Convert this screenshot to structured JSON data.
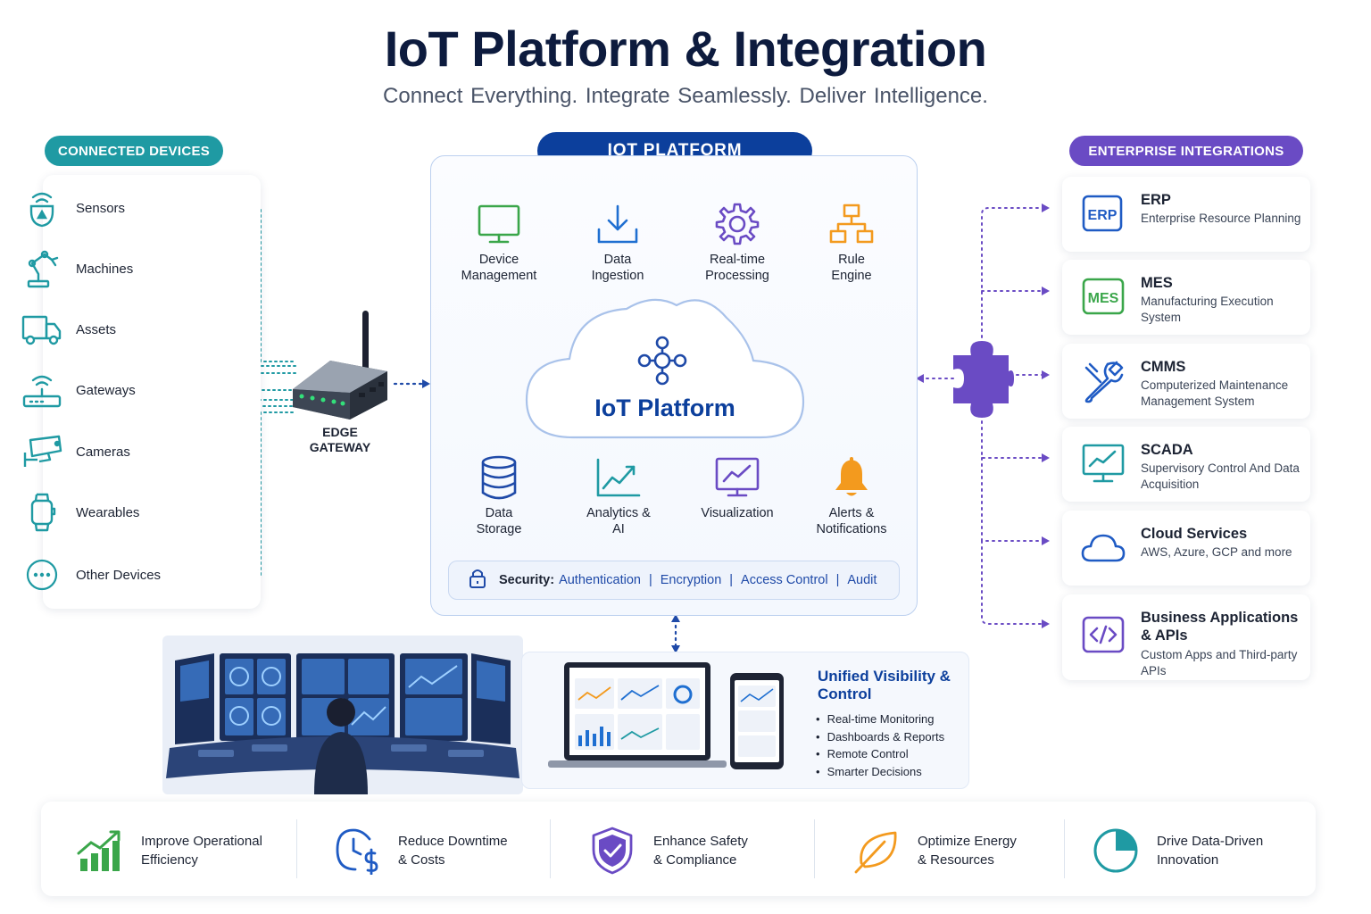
{
  "header": {
    "title": "IoT Platform & Integration",
    "subtitle": "Connect Everything.  Integrate Seamlessly.  Deliver Intelligence."
  },
  "sections": {
    "connected_devices": "CONNECTED DEVICES",
    "iot_platform": "IOT PLATFORM",
    "enterprise_integrations": "ENTERPRISE INTEGRATIONS"
  },
  "devices": [
    {
      "label": "Sensors",
      "icon": "sensor-icon"
    },
    {
      "label": "Machines",
      "icon": "robot-arm-icon"
    },
    {
      "label": "Assets",
      "icon": "truck-icon"
    },
    {
      "label": "Gateways",
      "icon": "router-icon"
    },
    {
      "label": "Cameras",
      "icon": "camera-icon"
    },
    {
      "label": "Wearables",
      "icon": "smartwatch-icon"
    },
    {
      "label": "Other Devices",
      "icon": "more-icon"
    }
  ],
  "edge_gateway": {
    "label_line1": "EDGE",
    "label_line2": "GATEWAY"
  },
  "platform": {
    "top_capabilities": [
      {
        "line1": "Device",
        "line2": "Management",
        "icon": "monitor-icon"
      },
      {
        "line1": "Data",
        "line2": "Ingestion",
        "icon": "download-icon"
      },
      {
        "line1": "Real-time",
        "line2": "Processing",
        "icon": "gear-icon"
      },
      {
        "line1": "Rule",
        "line2": "Engine",
        "icon": "hierarchy-icon"
      }
    ],
    "cloud_label": "IoT Platform",
    "bottom_capabilities": [
      {
        "line1": "Data",
        "line2": "Storage",
        "icon": "database-icon"
      },
      {
        "line1": "Analytics &",
        "line2": "AI",
        "icon": "trend-chart-icon"
      },
      {
        "line1": "Visualization",
        "line2": "",
        "icon": "monitor-chart-icon"
      },
      {
        "line1": "Alerts &",
        "line2": "Notifications",
        "icon": "bell-icon"
      }
    ],
    "security": {
      "title": "Security:",
      "items": [
        "Authentication",
        "Encryption",
        "Access Control",
        "Audit"
      ]
    }
  },
  "integrations": [
    {
      "name": "ERP",
      "desc": "Enterprise Resource Planning",
      "icon": "erp-icon",
      "badge": "ERP"
    },
    {
      "name": "MES",
      "desc": "Manufacturing Execution System",
      "icon": "mes-icon",
      "badge": "MES"
    },
    {
      "name": "CMMS",
      "desc": "Computerized Maintenance Management System",
      "icon": "wrench-icon"
    },
    {
      "name": "SCADA",
      "desc": "Supervisory Control And Data Acquisition",
      "icon": "monitor-trend-icon"
    },
    {
      "name": "Cloud Services",
      "desc": "AWS, Azure, GCP and more",
      "icon": "cloud-icon"
    },
    {
      "name": "Business Applications & APIs",
      "desc": "Custom Apps and Third-party APIs",
      "icon": "code-icon"
    }
  ],
  "visibility": {
    "title": "Unified Visibility & Control",
    "items": [
      "Real-time Monitoring",
      "Dashboards & Reports",
      "Remote Control",
      "Smarter Decisions"
    ]
  },
  "benefits": [
    {
      "line1": "Improve Operational",
      "line2": "Efficiency",
      "icon": "growth-chart-icon"
    },
    {
      "line1": "Reduce Downtime",
      "line2": "& Costs",
      "icon": "clock-dollar-icon"
    },
    {
      "line1": "Enhance Safety",
      "line2": "& Compliance",
      "icon": "shield-check-icon"
    },
    {
      "line1": "Optimize Energy",
      "line2": "& Resources",
      "icon": "leaf-icon"
    },
    {
      "line1": "Drive Data-Driven",
      "line2": "Innovation",
      "icon": "pie-chart-icon"
    }
  ],
  "colors": {
    "teal": "#1f9aa3",
    "navy": "#0c3f9c",
    "purple": "#6a4bc4",
    "green": "#3aa64a",
    "orange": "#f39a1e"
  }
}
